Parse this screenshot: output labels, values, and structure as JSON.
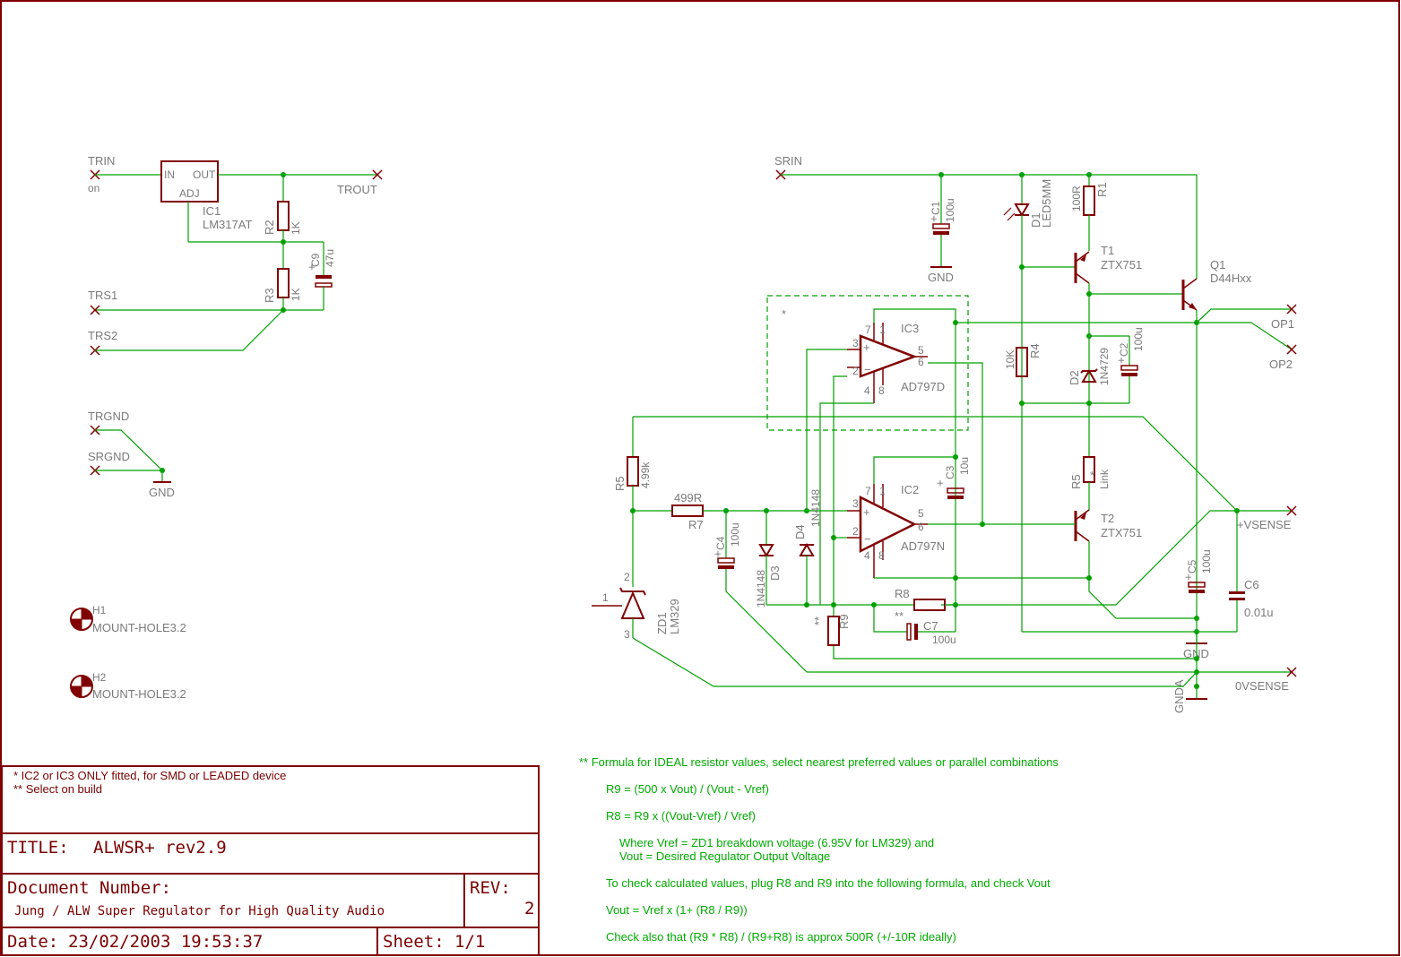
{
  "frame_color": "#800000",
  "wire_color": "#00a000",
  "notes_color": "#00aa00",
  "nets": {
    "trin": "TRIN",
    "trin_sub": "on",
    "trout": "TROUT",
    "trs1": "TRS1",
    "trs2": "TRS2",
    "trgnd": "TRGND",
    "srgnd": "SRGND",
    "gnd": "GND",
    "srin": "SRIN",
    "op1": "OP1",
    "op2": "OP2",
    "vsense_p": "+VSENSE",
    "vsense_n": "0VSENSE",
    "gnda": "GNDA"
  },
  "parts": {
    "ic1": {
      "name": "IC1",
      "value": "LM317AT",
      "pin_in": "IN",
      "pin_out": "OUT",
      "pin_adj": "ADJ"
    },
    "r2": {
      "name": "R2",
      "value": "1K"
    },
    "r3": {
      "name": "R3",
      "value": "1K"
    },
    "c9": {
      "name": "C9",
      "value": "47u"
    },
    "h1": {
      "name": "H1",
      "value": "MOUNT-HOLE3.2"
    },
    "h2": {
      "name": "H2",
      "value": "MOUNT-HOLE3.2"
    },
    "c1": {
      "name": "C1",
      "value": "100u"
    },
    "d1": {
      "name": "D1",
      "value": "LED5MM"
    },
    "r1": {
      "name": "R1",
      "value": "100R"
    },
    "t1": {
      "name": "T1",
      "value": "ZTX751"
    },
    "q1": {
      "name": "Q1",
      "value": "D44Hxx"
    },
    "ic3": {
      "name": "IC3",
      "value": "AD797D"
    },
    "ic2": {
      "name": "IC2",
      "value": "AD797N"
    },
    "r4": {
      "name": "R4",
      "value": "10K"
    },
    "d2": {
      "name": "D2",
      "value": "1N4729"
    },
    "c2": {
      "name": "C2",
      "value": "100u"
    },
    "c3": {
      "name": "C3",
      "value": "10u"
    },
    "r5a": {
      "name": "R5",
      "value": "4.99k"
    },
    "r5b": {
      "name": "R5",
      "value": "Link"
    },
    "r7": {
      "name": "R7",
      "value": "499R"
    },
    "c4": {
      "name": "C4",
      "value": "100u"
    },
    "d3": {
      "name": "D3",
      "value": "1N4148"
    },
    "d4": {
      "name": "D4",
      "value": "1N4148"
    },
    "t2": {
      "name": "T2",
      "value": "ZTX751"
    },
    "r8": {
      "name": "R8",
      "value": ""
    },
    "c7": {
      "name": "C7",
      "value": "100u"
    },
    "r9": {
      "name": "R9",
      "value": ""
    },
    "c5": {
      "name": "C5",
      "value": "100u"
    },
    "c6": {
      "name": "C6",
      "value": "0.01u"
    },
    "zd1": {
      "name": "ZD1",
      "value": "LM329"
    }
  },
  "marks": {
    "star": "*",
    "dstar": "**"
  },
  "pins": {
    "p1": "1",
    "p2": "2",
    "p3": "3",
    "p4": "4",
    "p6": "6",
    "p7": "7",
    "p8": "8",
    "p5": "5"
  },
  "notes": {
    "line1": "** Formula for IDEAL resistor values, select nearest preferred values or parallel combinations",
    "line2": "R9 = (500 x Vout) / (Vout - Vref)",
    "line3": "R8 = R9 x ((Vout-Vref) / Vref)",
    "line4": "Where Vref = ZD1 breakdown voltage (6.95V for LM329) and",
    "line5": "Vout = Desired Regulator Output Voltage",
    "line6": "To check calculated values, plug R8 and R9 into the following formula, and check Vout",
    "line7": "Vout = Vref x (1+ (R8 / R9))",
    "line8": "Check also that (R9 * R8) / (R9+R8) is approx 500R (+/-10R ideally)"
  },
  "titleblock": {
    "remark1": "* IC2 or IC3 ONLY fitted, for SMD or LEADED device",
    "remark2": "** Select on build",
    "title_label": "TITLE:",
    "title": "ALWSR+ rev2.9",
    "docnum_label": "Document Number:",
    "docnum": "Jung / ALW Super Regulator for High Quality Audio",
    "rev_label": "REV:",
    "rev": "2",
    "date_label": "Date:",
    "date": "23/02/2003 19:53:37",
    "sheet_label": "Sheet:",
    "sheet": "1/1"
  }
}
